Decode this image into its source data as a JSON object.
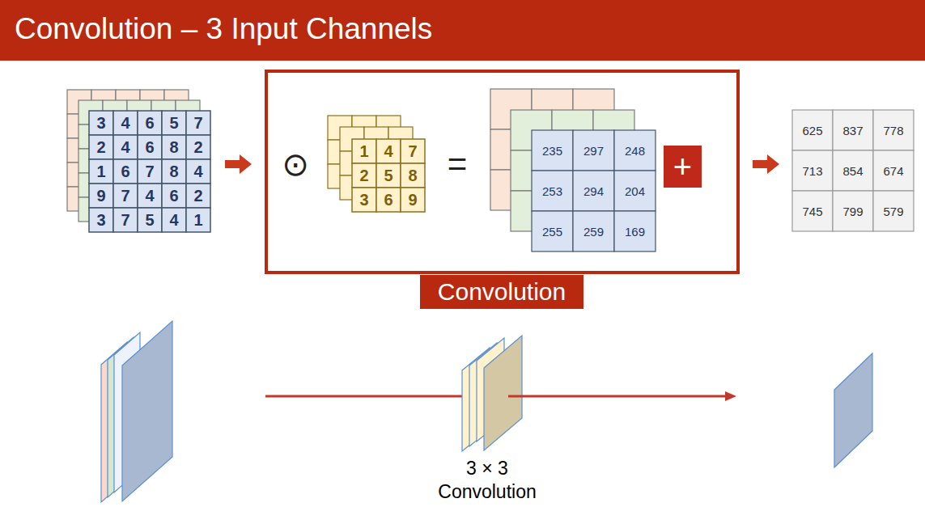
{
  "diagram": {
    "title": "Convolution – 3 Input Channels",
    "nodes": [
      {
        "text": [
          "+"
        ]
      },
      {
        "text": [
          "Convolution"
        ]
      }
    ],
    "labels": [
      "3",
      "4",
      "6",
      "5",
      "7",
      "2",
      "4",
      "6",
      "8",
      "2",
      "1",
      "6",
      "7",
      "8",
      "4",
      "9",
      "7",
      "4",
      "6",
      "2",
      "3",
      "7",
      "5",
      "4",
      "1",
      "1",
      "4",
      "7",
      "2",
      "5",
      "8",
      "3",
      "6",
      "9",
      "235",
      "297",
      "248",
      "253",
      "294",
      "204",
      "255",
      "259",
      "169",
      "625",
      "837",
      "778",
      "713",
      "854",
      "674",
      "745",
      "799",
      "579",
      "⊙",
      "=",
      "3 × 3",
      "Convolution"
    ]
  }
}
